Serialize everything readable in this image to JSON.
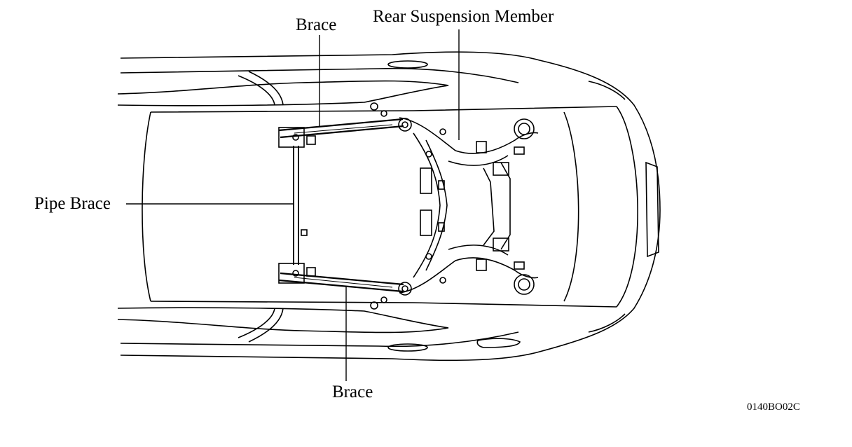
{
  "labels": {
    "brace_top": "Brace",
    "rear_suspension_member": "Rear Suspension Member",
    "pipe_brace": "Pipe Brace",
    "brace_bottom": "Brace",
    "figure_code": "0140BO02C"
  }
}
